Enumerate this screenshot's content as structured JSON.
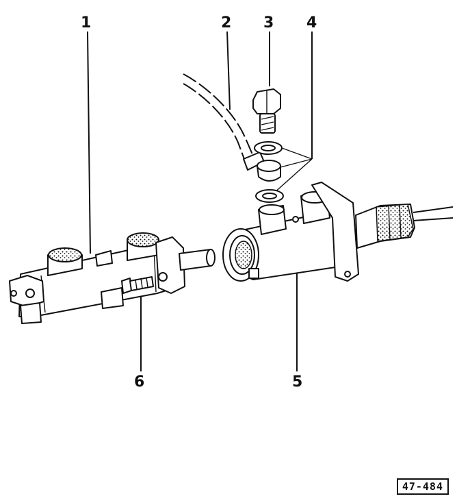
{
  "callouts": {
    "c1": "1",
    "c2": "2",
    "c3": "3",
    "c4": "4",
    "c5": "5",
    "c6": "6"
  },
  "reference": "47-484",
  "colors": {
    "ink": "#111111",
    "paper": "#ffffff"
  }
}
